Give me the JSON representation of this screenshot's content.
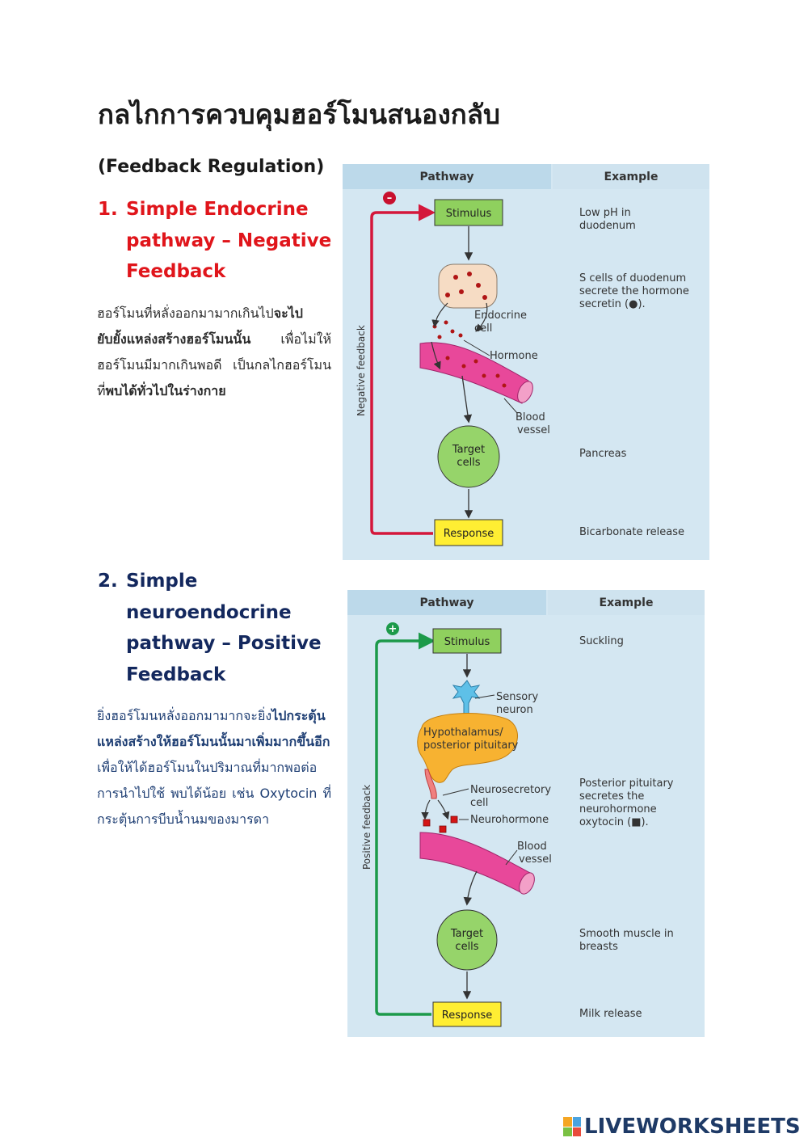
{
  "title": "กลไกการควบคุมฮอร์โมนสนองกลับ",
  "subtitle": "(Feedback Regulation)",
  "section1": {
    "number": "1.",
    "heading": "Simple Endocrine pathway – Negative Feedback",
    "desc_1": "ฮอร์โมนที่หลั่งออกมามากเกินไป",
    "desc_2": "จะไปยับยั้งแหล่งสร้างฮอร์โมนนั้น",
    "desc_3": " เพื่อไม่ให้ฮอร์โมนมีมากเกินพอดี เป็นกลไกฮอร์โมนที่",
    "desc_4": "พบได้ทั่วไปในร่างกาย"
  },
  "section2": {
    "number": "2.",
    "heading": "Simple neuroendocrine pathway – Positive Feedback",
    "desc_1": "ยิ่งฮอร์โมนหลั่งออกมามากจะยิ่ง",
    "desc_2": "ไปกระตุ้นแหล่งสร้างให้ฮอร์โมนนั้นมาเพิ่มมากขึ้นอีก",
    "desc_3": " เพื่อให้ได้ฮอร์โมนในปริมาณที่มากพอต่อการนำไปใช้ พบได้น้อย เช่น Oxytocin ที่กระตุ้นการบีบน้ำนมของมารดา"
  },
  "diagram1": {
    "header_pathway": "Pathway",
    "header_example": "Example",
    "feedback_sign": "–",
    "feedback_label": "Negative feedback",
    "stimulus": "Stimulus",
    "endocrine_cell": "Endocrine cell",
    "hormone": "Hormone",
    "blood_vessel": "Blood vessel",
    "target_cells": "Target cells",
    "response": "Response",
    "ex_stimulus": "Low pH in\nduodenum",
    "ex_cell": "S cells of duodenum\nsecrete the hormone\nsecretin (●).",
    "ex_target": "Pancreas",
    "ex_response": "Bicarbonate release"
  },
  "diagram2": {
    "header_pathway": "Pathway",
    "header_example": "Example",
    "feedback_sign": "+",
    "feedback_label": "Positive feedback",
    "stimulus": "Stimulus",
    "sensory_neuron": "Sensory neuron",
    "hypothalamus": "Hypothalamus/ posterior pituitary",
    "neurosecretory_cell": "Neurosecretory cell",
    "neurohormone": "Neurohormone",
    "blood_vessel": "Blood vessel",
    "target_cells": "Target cells",
    "response": "Response",
    "ex_stimulus": "Suckling",
    "ex_cell": "Posterior pituitary\nsecretes the\nneurohormone\noxytocin (■).",
    "ex_target": "Smooth muscle in\nbreasts",
    "ex_response": "Milk release"
  },
  "brand": "LIVEWORKSHEETS",
  "colors": {
    "red_heading": "#e0151b",
    "navy_heading": "#13285e",
    "panel_bg": "#d4e7f2",
    "negative_arrow": "#d4173b",
    "positive_arrow": "#1c9a4a",
    "stimulus_box": "#8fd05e",
    "response_box": "#ffee33",
    "target_cell": "#96d46a",
    "vessel": "#e8489a"
  }
}
